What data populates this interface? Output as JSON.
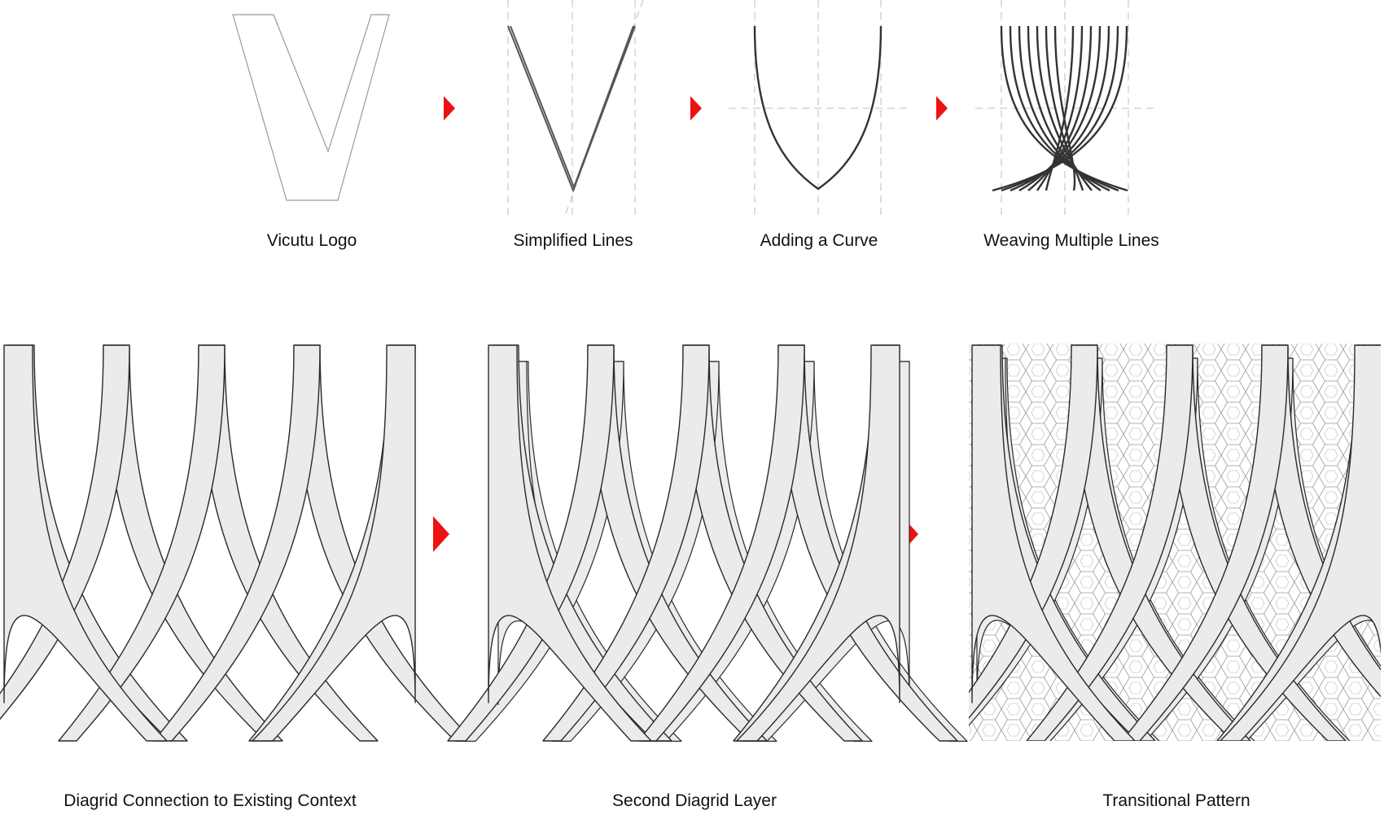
{
  "steps": [
    {
      "label": "Vicutu Logo"
    },
    {
      "label": "Simplified Lines"
    },
    {
      "label": "Adding a Curve"
    },
    {
      "label": "Weaving Multiple Lines"
    },
    {
      "label": "Diagrid Connection to Existing Context"
    },
    {
      "label": "Second Diagrid Layer"
    },
    {
      "label": "Transitional Pattern"
    }
  ],
  "arrow_icon": "red-triangle-arrow",
  "colors": {
    "arrow": "#ee1111",
    "band_fill": "#ebebeb",
    "stroke": "#2a2a2a",
    "guide": "#bdbdbd"
  }
}
